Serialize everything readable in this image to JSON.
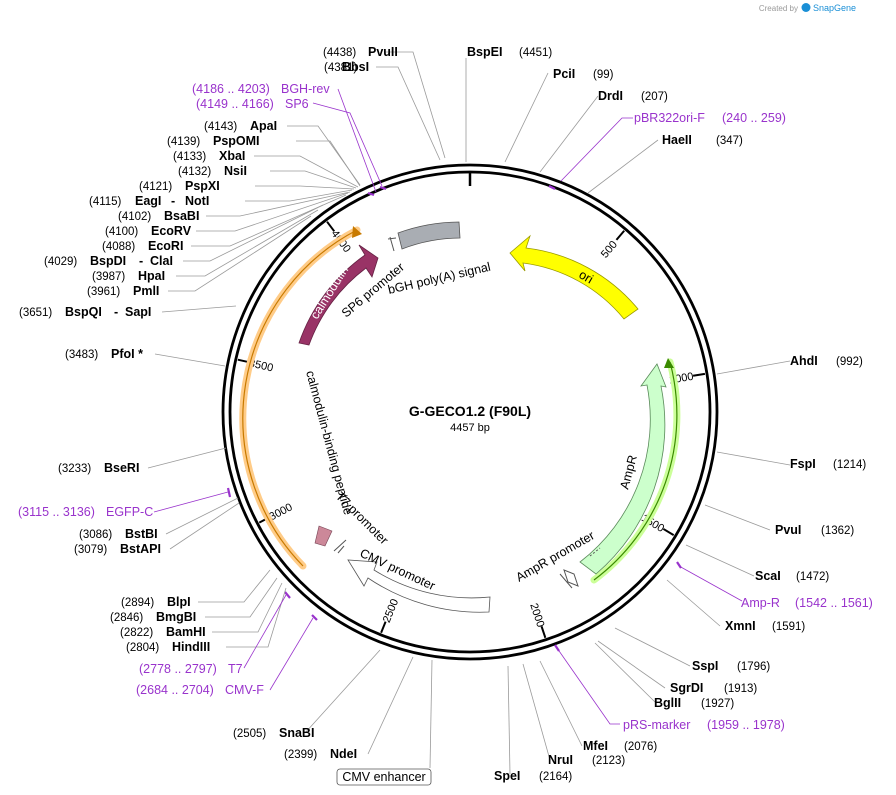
{
  "brand": {
    "prefix": "Created by",
    "name": "SnapGene"
  },
  "plasmid": {
    "name": "G-GECO1.2 (F90L)",
    "length": "4457 bp"
  },
  "ticks": [
    "500",
    "1000",
    "1500",
    "2000",
    "2500",
    "3000",
    "3500",
    "4000"
  ],
  "sites": {
    "pvuii": {
      "name": "PvuII",
      "pos": "(4438)"
    },
    "bspei": {
      "name": "BspEI",
      "pos": "(4451)"
    },
    "bbsi": {
      "name": "BbsI",
      "pos": "(4381)"
    },
    "pcii": {
      "name": "PciI",
      "pos": "(99)"
    },
    "drdi": {
      "name": "DrdI",
      "pos": "(207)"
    },
    "haeii": {
      "name": "HaeII",
      "pos": "(347)"
    },
    "apai": {
      "name": "ApaI",
      "pos": "(4143)"
    },
    "pspomi": {
      "name": "PspOMI",
      "pos": "(4139)"
    },
    "xbai": {
      "name": "XbaI",
      "pos": "(4133)"
    },
    "nsii": {
      "name": "NsiI",
      "pos": "(4132)"
    },
    "pspxi": {
      "name": "PspXI",
      "pos": "(4121)"
    },
    "eagi": {
      "name": "EagI",
      "pos": "(4115)"
    },
    "noti": {
      "name": "NotI",
      "pos": ""
    },
    "bsabi": {
      "name": "BsaBI",
      "pos": "(4102)"
    },
    "ecorv": {
      "name": "EcoRV",
      "pos": "(4100)"
    },
    "ecori": {
      "name": "EcoRI",
      "pos": "(4088)"
    },
    "bspdi": {
      "name": "BspDI",
      "pos": "(4029)"
    },
    "clai": {
      "name": "ClaI",
      "pos": ""
    },
    "hpai": {
      "name": "HpaI",
      "pos": "(3987)"
    },
    "pmli": {
      "name": "PmlI",
      "pos": "(3961)"
    },
    "bspqi": {
      "name": "BspQI",
      "pos": "(3651)"
    },
    "sapi": {
      "name": "SapI",
      "pos": ""
    },
    "pfoi": {
      "name": "PfoI *",
      "pos": "(3483)"
    },
    "bseri": {
      "name": "BseRI",
      "pos": "(3233)"
    },
    "bstbi": {
      "name": "BstBI",
      "pos": "(3086)"
    },
    "bstapi": {
      "name": "BstAPI",
      "pos": "(3079)"
    },
    "blpi": {
      "name": "BlpI",
      "pos": "(2894)"
    },
    "bmgbi": {
      "name": "BmgBI",
      "pos": "(2846)"
    },
    "bamhi": {
      "name": "BamHI",
      "pos": "(2822)"
    },
    "hindiii": {
      "name": "HindIII",
      "pos": "(2804)"
    },
    "ahdi": {
      "name": "AhdI",
      "pos": "(992)"
    },
    "fspi": {
      "name": "FspI",
      "pos": "(1214)"
    },
    "pvui": {
      "name": "PvuI",
      "pos": "(1362)"
    },
    "scai": {
      "name": "ScaI",
      "pos": "(1472)"
    },
    "xmni": {
      "name": "XmnI",
      "pos": "(1591)"
    },
    "sspi": {
      "name": "SspI",
      "pos": "(1796)"
    },
    "sgrdi": {
      "name": "SgrDI",
      "pos": "(1913)"
    },
    "bglii": {
      "name": "BglII",
      "pos": "(1927)"
    },
    "mfei": {
      "name": "MfeI",
      "pos": "(2076)"
    },
    "nrui": {
      "name": "NruI",
      "pos": "(2123)"
    },
    "spei": {
      "name": "SpeI",
      "pos": "(2164)"
    },
    "snabi": {
      "name": "SnaBI",
      "pos": "(2505)"
    },
    "ndei": {
      "name": "NdeI",
      "pos": "(2399)"
    }
  },
  "primers": {
    "bgh_rev": {
      "name": "BGH-rev",
      "range": "(4186 .. 4203)"
    },
    "sp6": {
      "name": "SP6",
      "range": "(4149 .. 4166)"
    },
    "pbr322": {
      "name": "pBR322ori-F",
      "range": "(240 .. 259)"
    },
    "egfp_c": {
      "name": "EGFP-C",
      "range": "(3115 .. 3136)"
    },
    "amp_r": {
      "name": "Amp-R",
      "range": "(1542 .. 1561)"
    },
    "t7": {
      "name": "T7",
      "range": "(2778 .. 2797)"
    },
    "cmv_f": {
      "name": "CMV-F",
      "range": "(2684 .. 2704)"
    },
    "prs_marker": {
      "name": "pRS-marker",
      "range": "(1959 .. 1978)"
    }
  },
  "features": {
    "calmodulin": "calmodulin",
    "sp6_promoter": "SP6 promoter",
    "bgh": "bGH poly(A) signal",
    "ori": "ori",
    "ampr": "AmpR",
    "ampr_promoter": "AmpR promoter",
    "cmv_promoter": "CMV promoter",
    "t7_promoter": "T7 promoter",
    "cbp": "calmodulin-binding peptide",
    "cmv_enhancer": "CMV enhancer"
  },
  "colors": {
    "backbone": "#000000",
    "primer": "#9933cc",
    "calmodulin": "#993366",
    "ori": "#ffff00",
    "ampr": "#ccffcc",
    "bgh": "#999999",
    "cbp": "#cc8899",
    "gcamp_glow": "#ffcc88",
    "ampr_glow": "#ccff99",
    "brand": "#1a8fd6"
  }
}
